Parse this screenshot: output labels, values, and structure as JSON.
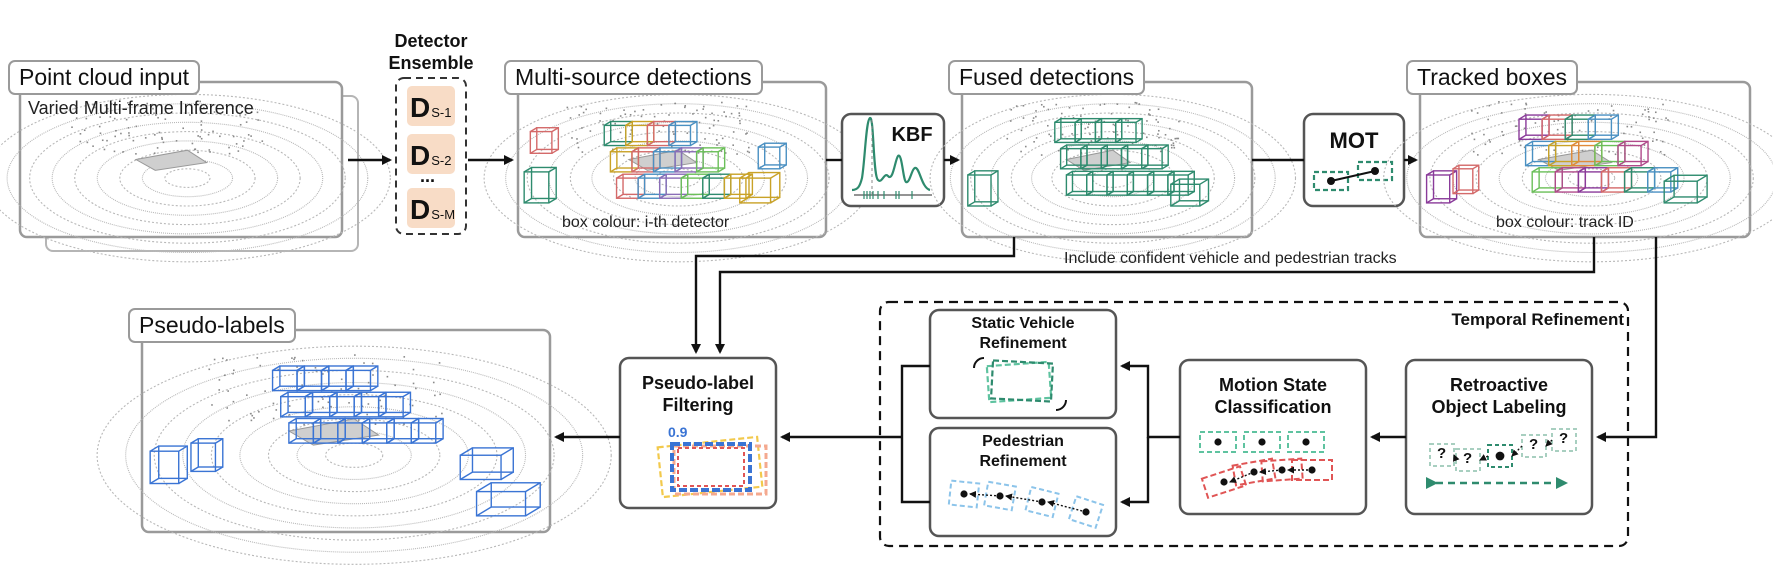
{
  "inputs": {
    "point_cloud_title": "Point cloud input",
    "point_cloud_subtitle": "Varied Multi-frame Inference"
  },
  "ensemble": {
    "title_line1": "Detector",
    "title_line2": "Ensemble",
    "detectors": [
      {
        "main": "D",
        "sub": "S-1"
      },
      {
        "main": "D",
        "sub": "S-2"
      },
      {
        "main": "D",
        "sub": "S-M"
      }
    ],
    "ellipsis": "..."
  },
  "multi_source": {
    "title": "Multi-source detections",
    "caption": "box colour: i-th detector"
  },
  "kbf": {
    "label": "KBF"
  },
  "fused": {
    "title": "Fused detections"
  },
  "mot": {
    "label": "MOT"
  },
  "tracked": {
    "title": "Tracked boxes",
    "caption": "box colour: track ID"
  },
  "flow": {
    "include_text": "Include confident vehicle and pedestrian tracks"
  },
  "temporal": {
    "title": "Temporal Refinement",
    "retro": {
      "line1": "Retroactive",
      "line2": "Object Labeling",
      "unknown_mark": "?"
    },
    "motion": {
      "line1": "Motion State",
      "line2": "Classification"
    },
    "static": {
      "line1": "Static Vehicle",
      "line2": "Refinement"
    },
    "pedestrian": {
      "line1": "Pedestrian",
      "line2": "Refinement"
    }
  },
  "filtering": {
    "line1": "Pseudo-label",
    "line2": "Filtering",
    "score": "0.9"
  },
  "output": {
    "title": "Pseudo-labels"
  },
  "colors": {
    "green": "#2e8b6e",
    "light_green": "#5fc3a0",
    "blue": "#3a74d4",
    "light_blue": "#8cc4ea",
    "red": "#e05555",
    "orange_fill": "#f8dcc6",
    "yellow": "#f2c94c",
    "salmon": "#f4a98f",
    "gray_border": "#9a9a9a",
    "dark_border": "#555555"
  }
}
